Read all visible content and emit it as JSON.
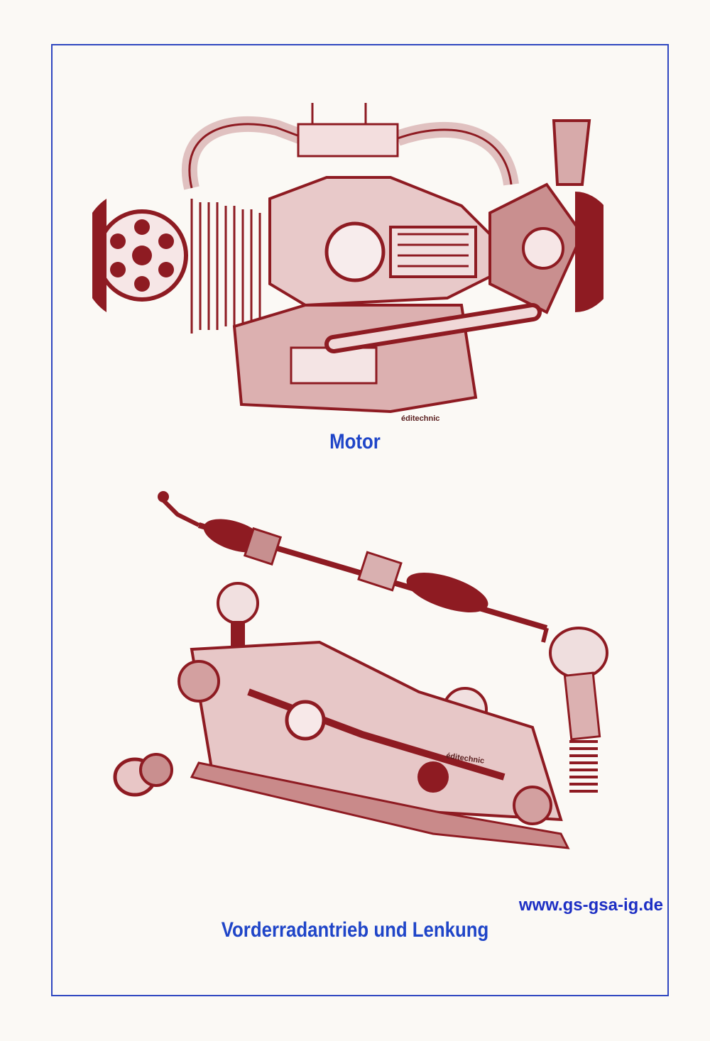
{
  "captions": {
    "motor": "Motor",
    "front": "Vorderradantrieb und Lenkung"
  },
  "website": "www.gs-gsa-ig.de",
  "signatures": {
    "engine": "éditechnic",
    "axle": "éditechnic"
  },
  "colors": {
    "illustration": "#8e1b22",
    "caption": "#1f45c8",
    "border": "#2f47c0"
  }
}
